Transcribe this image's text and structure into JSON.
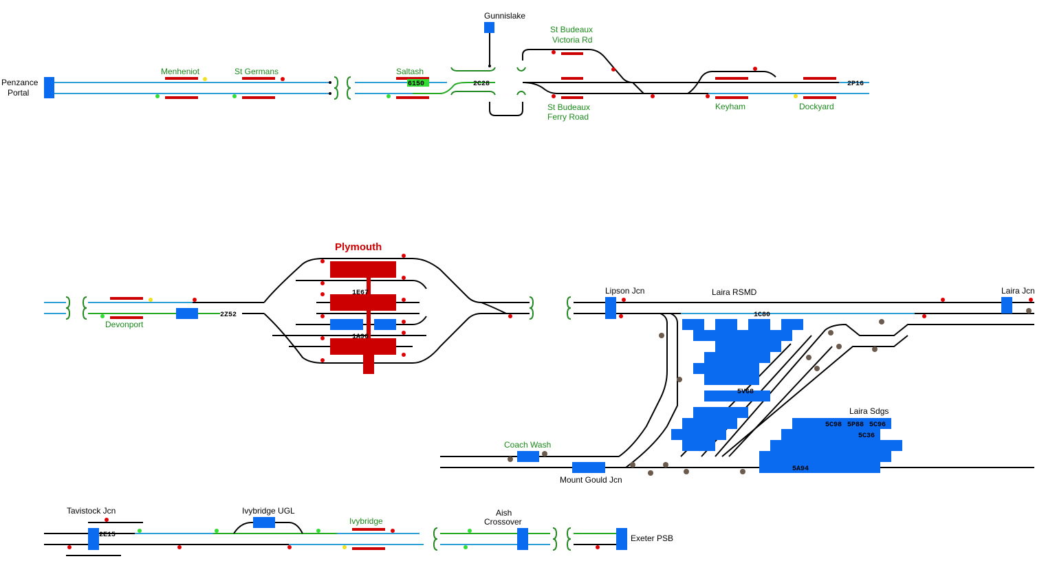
{
  "colors": {
    "track": "#000000",
    "route_set": "#2a9fd6",
    "route_locked": "#22aa22",
    "platform": "#cc0000",
    "block": "#0a6af0",
    "station_label": "#1a8a1a",
    "signal_red": "#e00000",
    "signal_green": "#33dd33",
    "signal_yellow": "#f0e020"
  },
  "labels": {
    "penzance1": "Penzance",
    "penzance2": "Portal",
    "menheniot": "Menheniot",
    "st_germans": "St Germans",
    "saltash": "Saltash",
    "gunnislake": "Gunnislake",
    "vic1": "St Budeaux",
    "vic2": "Victoria Rd",
    "fer1": "St Budeaux",
    "fer2": "Ferry Road",
    "keyham": "Keyham",
    "dockyard": "Dockyard",
    "plymouth": "Plymouth",
    "devonport": "Devonport",
    "lipson": "Lipson Jcn",
    "laira_rsmd": "Laira RSMD",
    "laira_jcn": "Laira Jcn",
    "laira_sdgs": "Laira Sdgs",
    "coach_wash": "Coach Wash",
    "mount_gould": "Mount Gould Jcn",
    "tavistock": "Tavistock Jcn",
    "ivy_ugl": "Ivybridge UGL",
    "ivybridge": "Ivybridge",
    "aish1": "Aish",
    "aish2": "Crossover",
    "exeter": "Exeter PSB"
  },
  "headcodes": {
    "h6150": "6150",
    "h2c28": "2C28",
    "h2p16": "2P16",
    "h1e67": "1E67",
    "h1a90": "1A90",
    "h2z52": "2Z52",
    "h1c80": "1C80",
    "h5v68": "5V68",
    "h5c98": "5C98",
    "h5p88": "5P88",
    "h5c96": "5C96",
    "h5c36": "5C36",
    "h5a94": "5A94",
    "h2e15": "2E15"
  }
}
